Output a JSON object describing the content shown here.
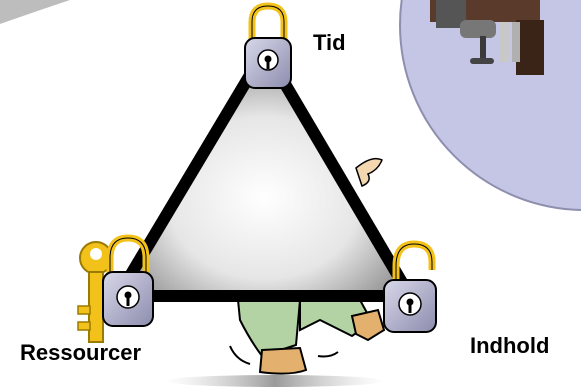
{
  "labels": {
    "top": "Tid",
    "bottom_left": "Ressourcer",
    "bottom_right": "Indhold"
  },
  "icons": {
    "top_lock": "padlock-icon",
    "left_lock": "padlock-icon",
    "right_lock": "open-padlock-icon",
    "key": "key-icon"
  },
  "colors": {
    "triangle_frame": "#000000",
    "padlock_shackle": "#f2c21b",
    "padlock_body": "#a9a9c4",
    "key": "#f2c21b",
    "meeting_circle": "#c5c5e6"
  }
}
